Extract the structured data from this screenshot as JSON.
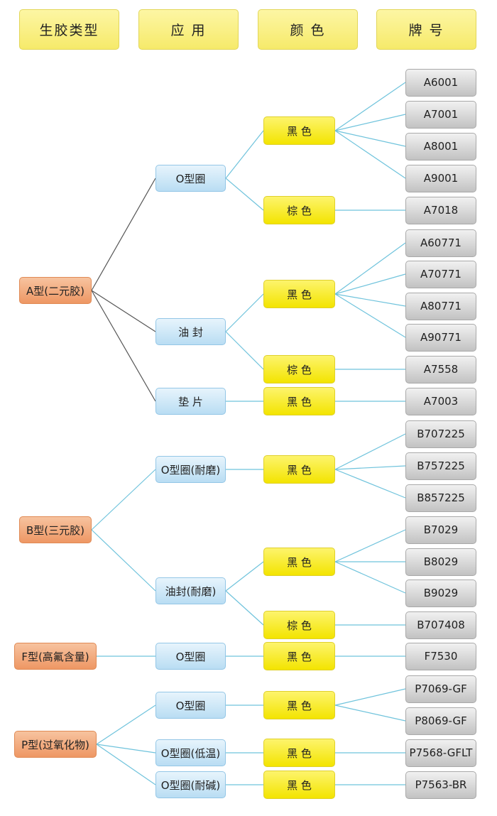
{
  "headers": [
    "生胶类型",
    "应 用",
    "颜 色",
    "牌 号"
  ],
  "types": [
    {
      "id": "t0",
      "label": "A型(二元胶)"
    },
    {
      "id": "t1",
      "label": "B型(三元胶)"
    },
    {
      "id": "t2",
      "label": "F型(高氟含量)"
    },
    {
      "id": "t3",
      "label": "P型(过氧化物)"
    }
  ],
  "apps": [
    {
      "id": "a0",
      "label": "O型圈",
      "parent": "t0"
    },
    {
      "id": "a1",
      "label": "油 封",
      "parent": "t0"
    },
    {
      "id": "a2",
      "label": "垫 片",
      "parent": "t0"
    },
    {
      "id": "a3",
      "label": "O型圈(耐磨)",
      "parent": "t1"
    },
    {
      "id": "a4",
      "label": "油封(耐磨)",
      "parent": "t1"
    },
    {
      "id": "a5",
      "label": "O型圈",
      "parent": "t2"
    },
    {
      "id": "a6",
      "label": "O型圈",
      "parent": "t3"
    },
    {
      "id": "a7",
      "label": "O型圈(低温)",
      "parent": "t3"
    },
    {
      "id": "a8",
      "label": "O型圈(耐碱)",
      "parent": "t3"
    }
  ],
  "colors": [
    {
      "id": "c0",
      "label": "黑 色",
      "parent": "a0"
    },
    {
      "id": "c1",
      "label": "棕 色",
      "parent": "a0"
    },
    {
      "id": "c2",
      "label": "黑 色",
      "parent": "a1"
    },
    {
      "id": "c3",
      "label": "棕 色",
      "parent": "a1"
    },
    {
      "id": "c4",
      "label": "黑 色",
      "parent": "a2"
    },
    {
      "id": "c5",
      "label": "黑 色",
      "parent": "a3"
    },
    {
      "id": "c6",
      "label": "黑 色",
      "parent": "a4"
    },
    {
      "id": "c7",
      "label": "棕 色",
      "parent": "a4"
    },
    {
      "id": "c8",
      "label": "黑 色",
      "parent": "a5"
    },
    {
      "id": "c9",
      "label": "黑 色",
      "parent": "a6"
    },
    {
      "id": "c10",
      "label": "黑 色",
      "parent": "a7"
    },
    {
      "id": "c11",
      "label": "黑 色",
      "parent": "a8"
    }
  ],
  "grades": [
    {
      "label": "A6001",
      "parent": "c0"
    },
    {
      "label": "A7001",
      "parent": "c0"
    },
    {
      "label": "A8001",
      "parent": "c0"
    },
    {
      "label": "A9001",
      "parent": "c0"
    },
    {
      "label": "A7018",
      "parent": "c1"
    },
    {
      "label": "A60771",
      "parent": "c2"
    },
    {
      "label": "A70771",
      "parent": "c2"
    },
    {
      "label": "A80771",
      "parent": "c2"
    },
    {
      "label": "A90771",
      "parent": "c2"
    },
    {
      "label": "A7558",
      "parent": "c3"
    },
    {
      "label": "A7003",
      "parent": "c4"
    },
    {
      "label": "B707225",
      "parent": "c5"
    },
    {
      "label": "B757225",
      "parent": "c5"
    },
    {
      "label": "B857225",
      "parent": "c5"
    },
    {
      "label": "B7029",
      "parent": "c6"
    },
    {
      "label": "B8029",
      "parent": "c6"
    },
    {
      "label": "B9029",
      "parent": "c6"
    },
    {
      "label": "B707408",
      "parent": "c7"
    },
    {
      "label": "F7530",
      "parent": "c8"
    },
    {
      "label": "P7069-GF",
      "parent": "c9"
    },
    {
      "label": "P8069-GF",
      "parent": "c9"
    },
    {
      "label": "P7568-GFLT",
      "parent": "c10"
    },
    {
      "label": "P7563-BR",
      "parent": "c11"
    }
  ],
  "line_colors": {
    "type_to_app_A": "#555555",
    "other": "#6fc3dc"
  }
}
